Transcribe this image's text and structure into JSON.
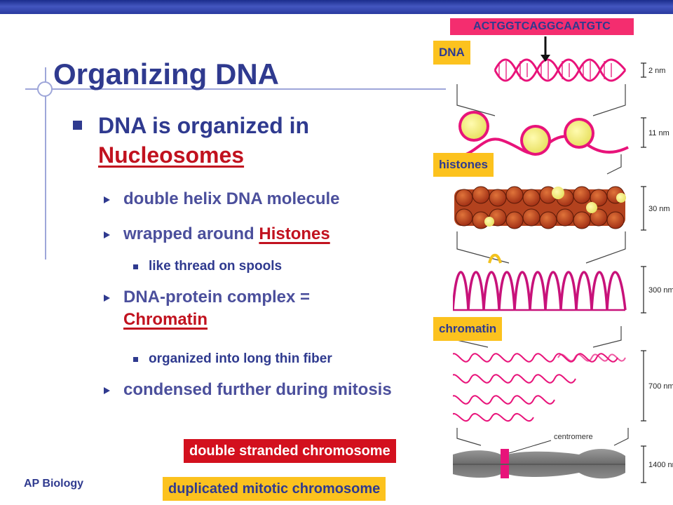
{
  "slide": {
    "title": "Organizing DNA",
    "footer": "AP Biology",
    "bullets": {
      "main_prefix": "DNA is organized in",
      "main_keyword": "Nucleosomes",
      "sub1": "double helix DNA molecule",
      "sub2_prefix": "wrapped around",
      "sub2_keyword": "Histones",
      "sub2_detail": "like thread on spools",
      "sub3_prefix": "DNA-protein complex =",
      "sub3_keyword": "Chromatin",
      "sub3_detail": "organized into long thin fiber",
      "sub4": "condensed further during mitosis"
    }
  },
  "diagram": {
    "sequence": "ACTGGTCAGGCAATGTC",
    "labels": {
      "dna": "DNA",
      "histones": "histones",
      "chromatin": "chromatin",
      "double_stranded": "double stranded chromosome",
      "duplicated": "duplicated mitotic chromosome",
      "centromere": "centromere"
    },
    "scale": [
      "2 nm",
      "11 nm",
      "30 nm",
      "300 nm",
      "700 nm",
      "1400 nm"
    ]
  },
  "colors": {
    "topbar": "#2a3aa0",
    "title": "#2f3a8f",
    "keyword": "#c1121f",
    "label_yellow": "#fcc21e",
    "label_red": "#d3101e",
    "sequence_bg": "#f42d6f",
    "dna_strand": "#e8137a",
    "histone": "#c83a1e",
    "nucleosome_core": "#f5f07a"
  }
}
